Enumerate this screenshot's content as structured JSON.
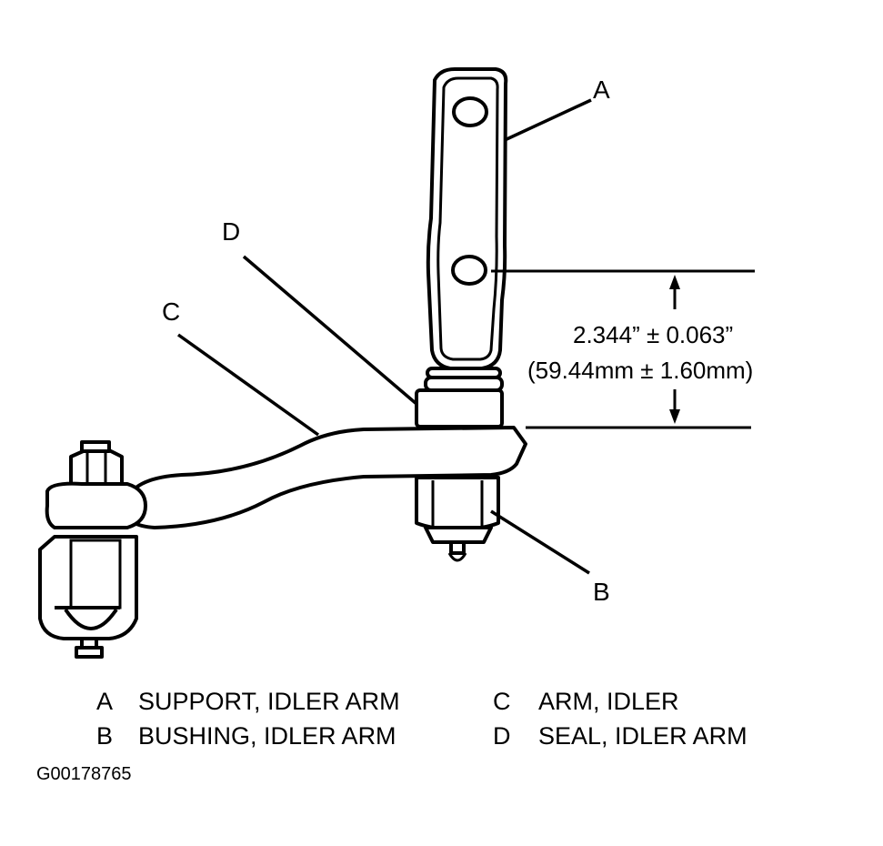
{
  "callouts": {
    "a": "A",
    "b": "B",
    "c": "C",
    "d": "D"
  },
  "dimension": {
    "imperial": "2.344” ± 0.063”",
    "metric": "(59.44mm ± 1.60mm)"
  },
  "legend": [
    {
      "letter": "A",
      "text": "SUPPORT, IDLER ARM"
    },
    {
      "letter": "B",
      "text": "BUSHING, IDLER ARM"
    },
    {
      "letter": "C",
      "text": "ARM, IDLER"
    },
    {
      "letter": "D",
      "text": "SEAL, IDLER ARM"
    }
  ],
  "figure_id": "G00178765"
}
